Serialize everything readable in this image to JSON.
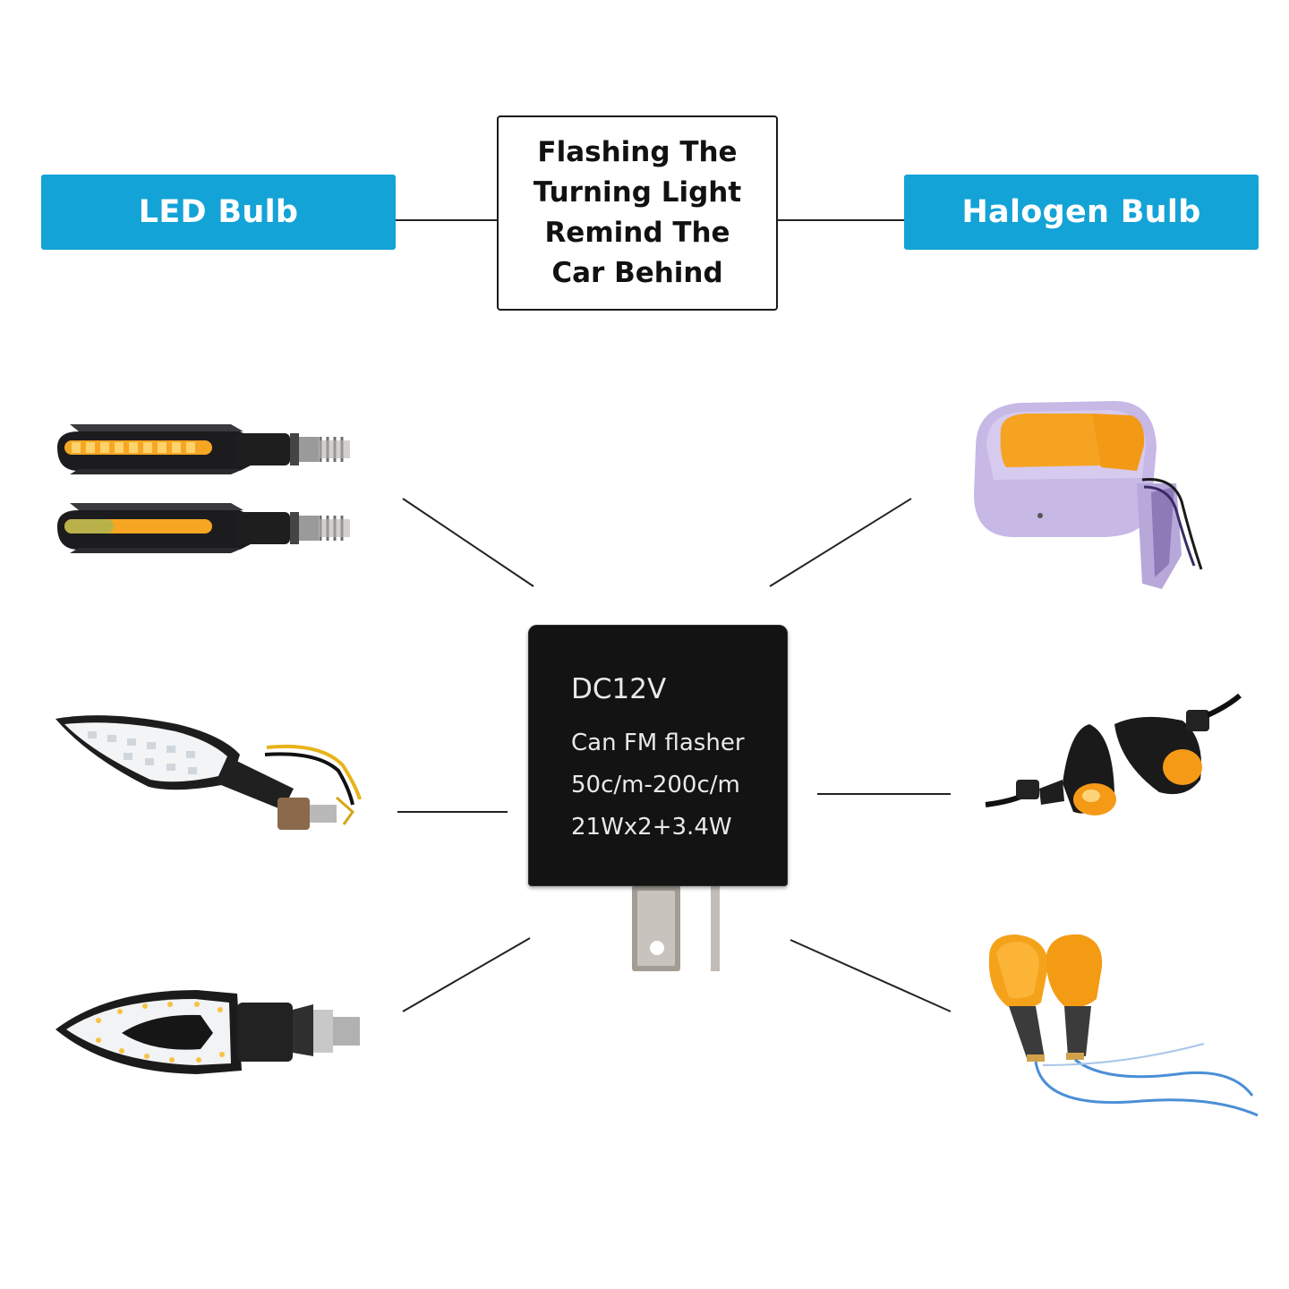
{
  "left_label": "LED Bulb",
  "right_label": "Halogen Bulb",
  "center_lines": [
    "Flashing The",
    "Turning Light",
    "Remind The",
    "Car Behind"
  ],
  "flasher": {
    "lines": [
      "DC12V",
      "Can FM flasher",
      "50c/m-200c/m",
      "21Wx2+3.4W"
    ]
  },
  "colors": {
    "badge": "#14a3d6",
    "amber": "#f5a21b",
    "chrome": "#c7b8e6"
  },
  "icons": {
    "led_lamps": [
      "led-stick-lamp-icon",
      "led-stick-lamp-icon",
      "led-arrow-lamp-icon",
      "led-ring-lamp-icon"
    ],
    "halogen_lamps": [
      "mirror-turn-signal-icon",
      "bullet-turn-signal-icon",
      "amber-turn-signal-pair-icon"
    ],
    "device": "flasher-relay-icon"
  }
}
